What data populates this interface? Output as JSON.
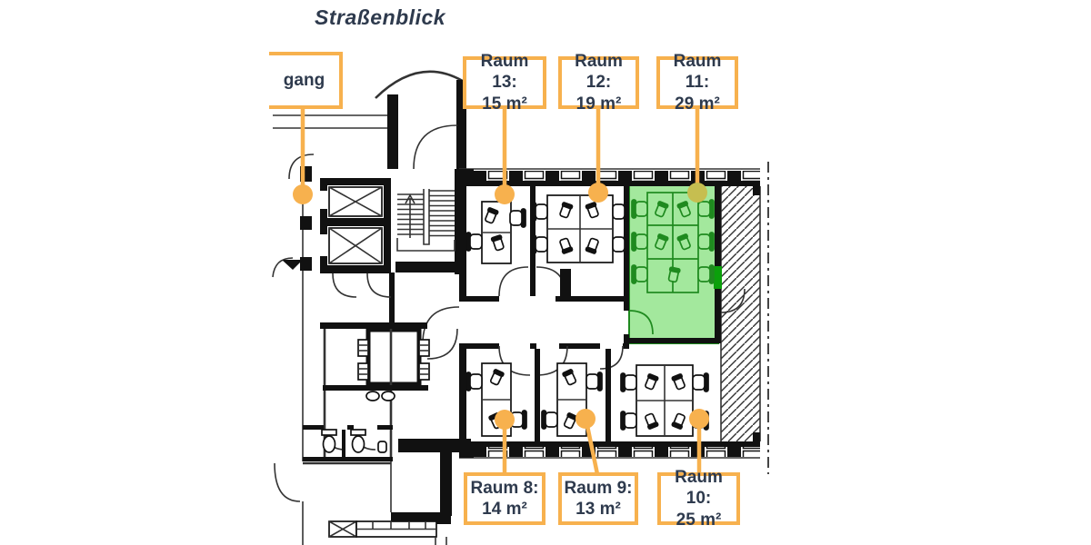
{
  "title": "Straßenblick",
  "colors": {
    "accent_orange": "#F7B14E",
    "accent_olive": "#C6BE50",
    "green_fill": "#A3E89D",
    "green_stroke": "#1F8A1F",
    "wall": "#111111",
    "line": "#333333",
    "text_dark": "#2E3A4D"
  },
  "labels": {
    "eingang": {
      "text": "gang"
    },
    "raum13": {
      "line1": "Raum 13:",
      "line2": "15 m²"
    },
    "raum12": {
      "line1": "Raum 12:",
      "line2": "19 m²"
    },
    "raum11": {
      "line1": "Raum 11:",
      "line2": "29 m²"
    },
    "raum8": {
      "line1": "Raum 8:",
      "line2": "14 m²"
    },
    "raum9": {
      "line1": "Raum 9:",
      "line2": "13 m²"
    },
    "raum10": {
      "line1": "Raum 10:",
      "line2": "25 m²"
    }
  },
  "floor_plan": {
    "view_label": "Straßenblick",
    "highlighted_room": "Raum 11",
    "partial_label_text": "gang",
    "rooms": [
      {
        "name": "Raum 13",
        "area_m2": 15,
        "highlighted": false
      },
      {
        "name": "Raum 12",
        "area_m2": 19,
        "highlighted": false
      },
      {
        "name": "Raum 11",
        "area_m2": 29,
        "highlighted": true
      },
      {
        "name": "Raum 8",
        "area_m2": 14,
        "highlighted": false
      },
      {
        "name": "Raum 9",
        "area_m2": 13,
        "highlighted": false
      },
      {
        "name": "Raum 10",
        "area_m2": 25,
        "highlighted": false
      }
    ]
  }
}
